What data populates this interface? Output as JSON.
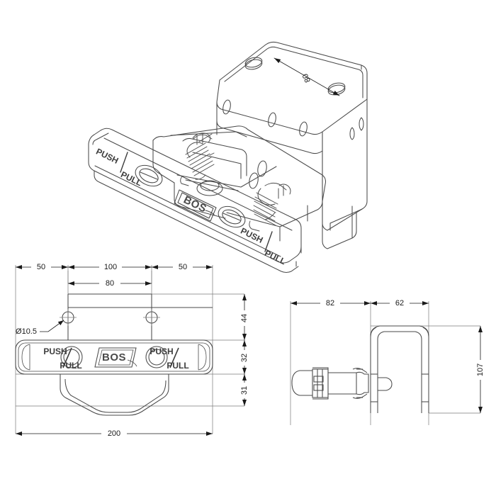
{
  "drawing": {
    "title": "BOS Push/Pull Latch Technical Drawing",
    "line_color": "#4a4a4a",
    "text_color": "#1a1a1a",
    "background": "#ffffff"
  },
  "iso_view": {
    "name": "isometric-view",
    "labels": {
      "push_1": "PUSH",
      "pull_1": "PULL",
      "push_2": "PUSH",
      "pull_2": "PULL",
      "brand": "BOS",
      "bracket_dim": "80"
    }
  },
  "front_view": {
    "name": "front-view",
    "labels": {
      "push_left": "PUSH",
      "pull_left": "PULL",
      "push_right": "PUSH",
      "pull_right": "PULL",
      "brand": "BOS"
    },
    "dimensions": {
      "left_offset": "50",
      "hole_span_outer": "100",
      "right_offset": "50",
      "hole_span_inner": "80",
      "hole_diameter": "Ø10.5",
      "height_top": "44",
      "height_bar": "32",
      "height_bottom": "31",
      "overall_width": "200"
    }
  },
  "side_view": {
    "name": "side-view",
    "dimensions": {
      "depth_left": "82",
      "depth_right": "62",
      "height_overall": "107"
    }
  }
}
